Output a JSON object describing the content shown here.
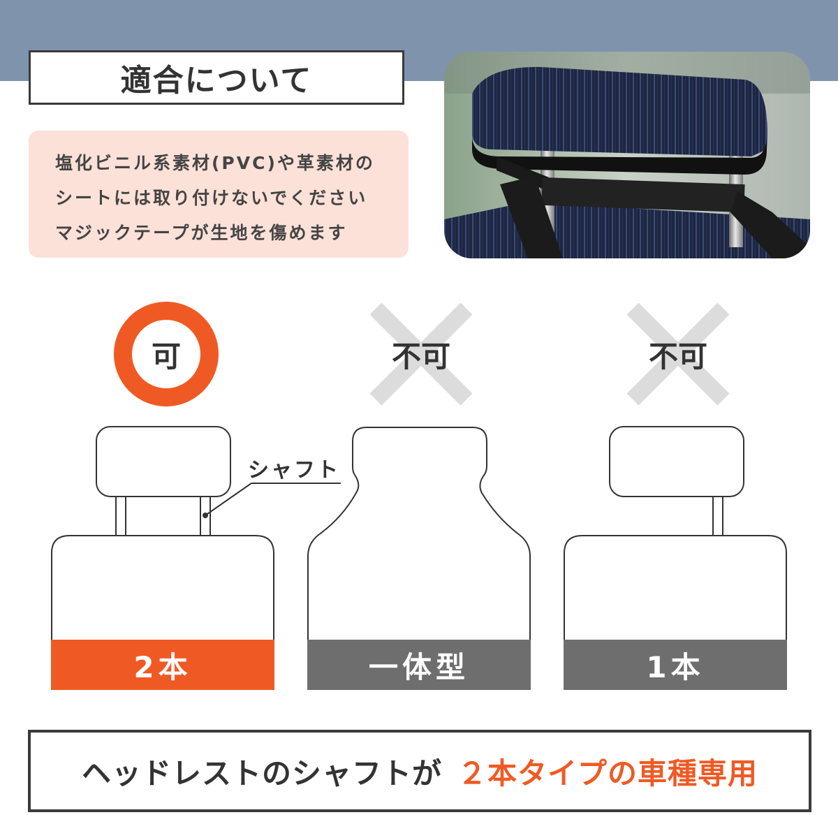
{
  "header": {
    "title": "適合について"
  },
  "note": {
    "lines": [
      "塩化ビニル系素材(PVC)や革素材の",
      "シートには取り付けないでください",
      "マジックテープが生地を傷めます"
    ]
  },
  "photo": {
    "subject": "headrest-with-strap-photo"
  },
  "diagram": {
    "shaft_label": "シャフト",
    "types": [
      {
        "verdict": "可",
        "verdict_icon": "circle-ok-icon",
        "label": "2本",
        "bar_color": "#ef5a24"
      },
      {
        "verdict": "不可",
        "verdict_icon": "cross-ng-icon",
        "label": "一体型",
        "bar_color": "#6e6e6e"
      },
      {
        "verdict": "不可",
        "verdict_icon": "cross-ng-icon",
        "label": "1本",
        "bar_color": "#6e6e6e"
      }
    ]
  },
  "footer": {
    "text_part1": "ヘッドレストのシャフトが",
    "text_part2": "２本タイプの車種専用"
  },
  "colors": {
    "accent": "#ef5a24",
    "gray": "#6e6e6e",
    "header_band": "#7f93ad",
    "note_bg": "#fbe1d8"
  }
}
